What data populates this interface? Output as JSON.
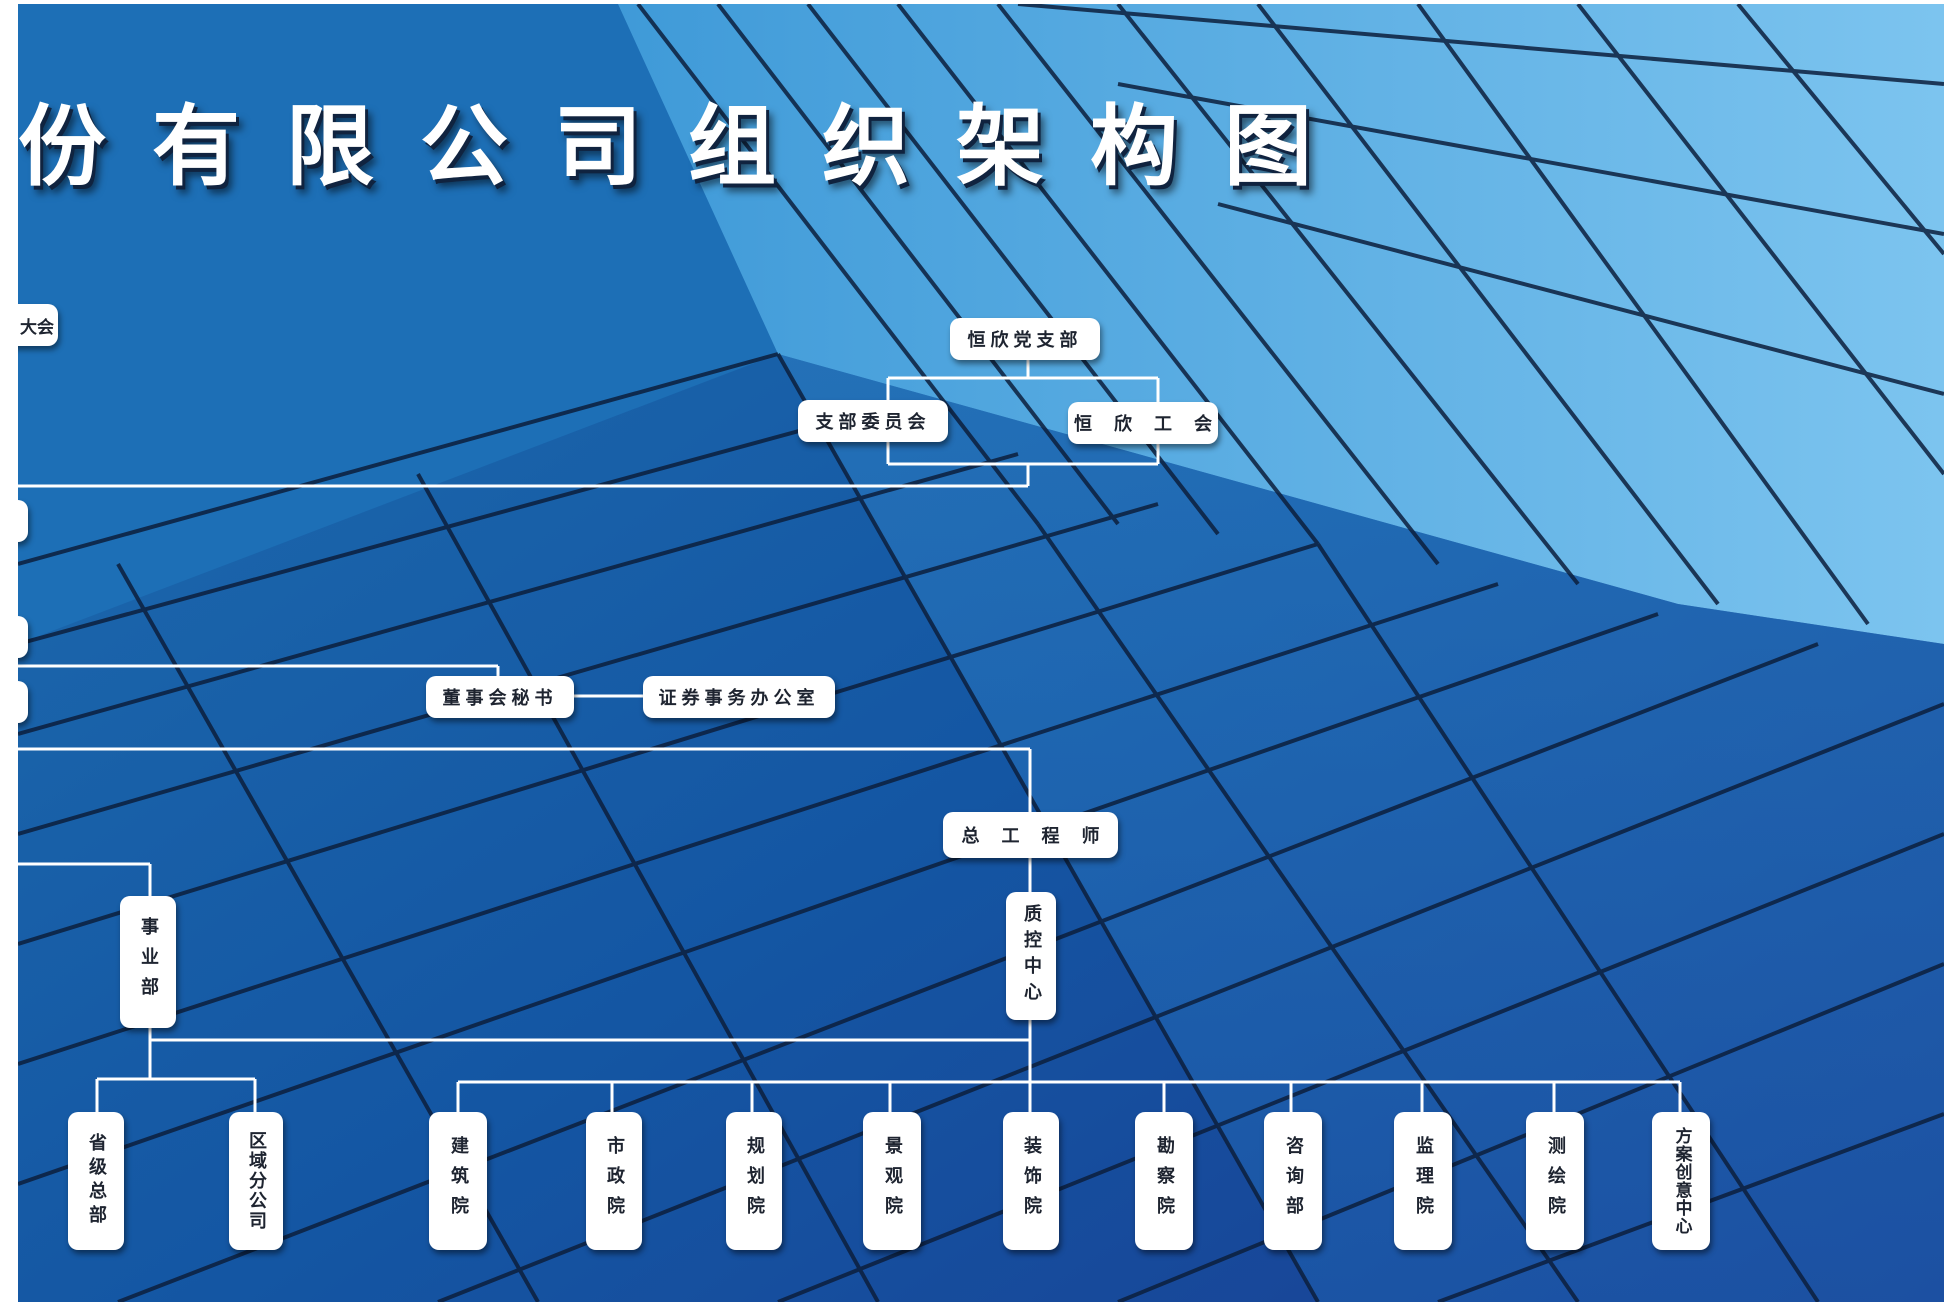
{
  "title": "份有限公司组织架构图",
  "boxes": {
    "shareholders_meeting": "大会",
    "party_branch": "恒欣党支部",
    "branch_committee": "支部委员会",
    "trade_union": "恒欣工会",
    "board_secretary": "董事会秘书",
    "securities_office": "证券事务办公室",
    "chief_engineer": "总工程师",
    "quality_center": "质控中心",
    "business_dept": "事业部",
    "provincial_hq": "省级总部",
    "regional_branch": "区域分公司",
    "architecture_institute": "建筑院",
    "municipal_institute": "市政院",
    "planning_institute": "规划院",
    "landscape_institute": "景观院",
    "decoration_institute": "装饰院",
    "survey_institute": "勘察院",
    "consulting_dept": "咨询部",
    "supervision_institute": "监理院",
    "mapping_institute": "测绘院",
    "design_creative_center": "方案创意中心"
  }
}
